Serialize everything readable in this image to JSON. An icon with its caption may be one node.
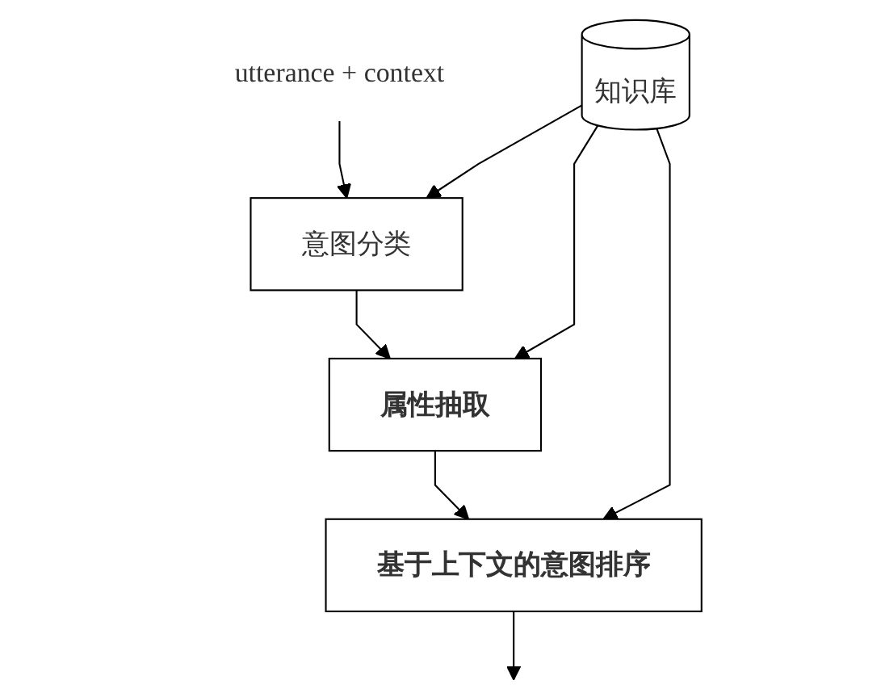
{
  "diagram": {
    "nodes": [
      {
        "text": [
          "utterance + context"
        ]
      },
      {
        "text": [
          "意图分类"
        ]
      },
      {
        "text": [
          "知识库"
        ]
      },
      {
        "text": [
          "属性抽取"
        ]
      },
      {
        "text": [
          "基于上下文的意图排序"
        ]
      }
    ],
    "edges": [
      {
        "from": 0,
        "to": 1,
        "arrow": "to"
      },
      {
        "from": 1,
        "to": 3,
        "arrow": "to"
      },
      {
        "from": 3,
        "to": 4,
        "arrow": "to"
      },
      {
        "from": 4,
        "to": null,
        "arrow": "to"
      },
      {
        "from": 2,
        "to": 1,
        "arrow": "to"
      },
      {
        "from": 2,
        "to": 3,
        "arrow": "to"
      },
      {
        "from": 2,
        "to": 4,
        "arrow": "to"
      }
    ]
  }
}
